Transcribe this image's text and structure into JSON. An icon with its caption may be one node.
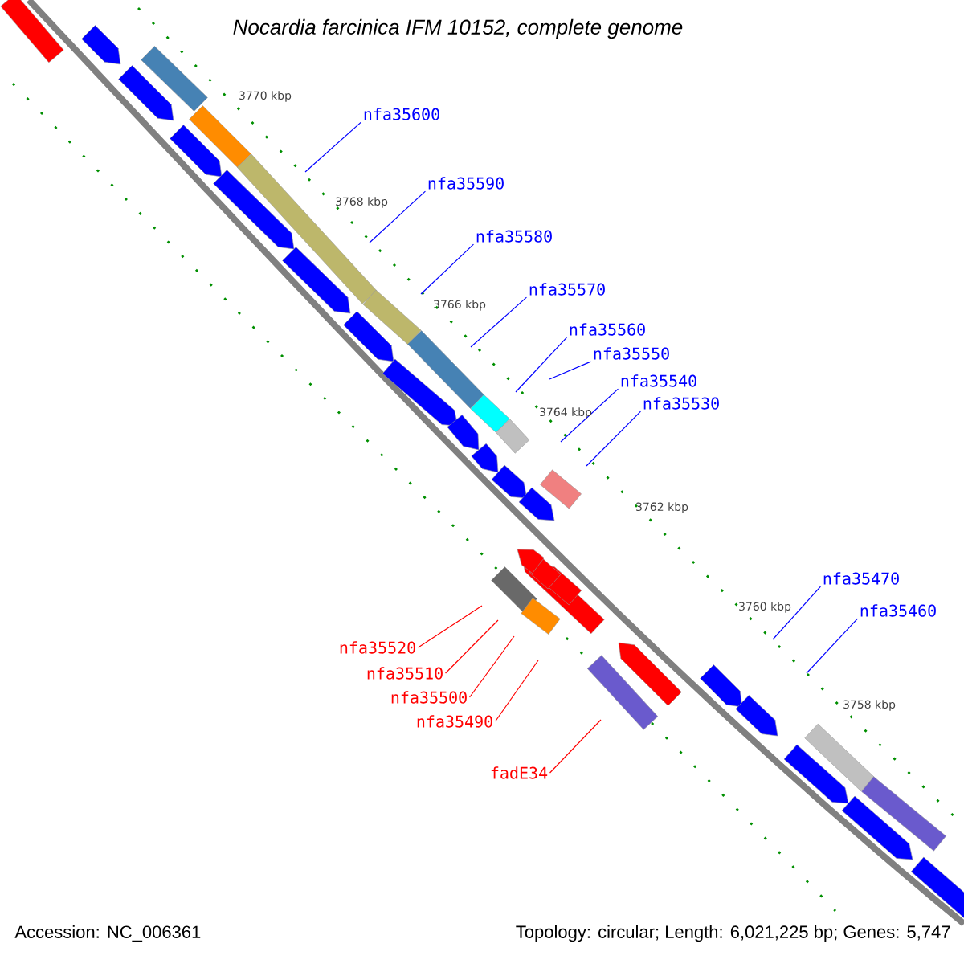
{
  "diagram": {
    "title": "*Nocardia farcinica IFM 10152, complete genome*",
    "nodes": [
      {
        "text": [
          "nfa35600"
        ]
      },
      {
        "text": [
          "nfa35590"
        ]
      },
      {
        "text": [
          "nfa35580"
        ]
      },
      {
        "text": [
          "nfa35570"
        ]
      },
      {
        "text": [
          "nfa35560"
        ]
      },
      {
        "text": [
          "nfa35550"
        ]
      },
      {
        "text": [
          "nfa35540"
        ]
      },
      {
        "text": [
          "nfa35530"
        ]
      },
      {
        "text": [
          "nfa35470"
        ]
      },
      {
        "text": [
          "nfa35460"
        ]
      },
      {
        "text": [
          "nfa35520"
        ]
      },
      {
        "text": [
          "nfa35510"
        ]
      },
      {
        "text": [
          "nfa35500"
        ]
      },
      {
        "text": [
          "nfa35490"
        ]
      },
      {
        "text": [
          "fadE34"
        ]
      }
    ],
    "edges": [
      {
        "from": 0,
        "to": null,
        "arrow": "none"
      },
      {
        "from": 1,
        "to": null,
        "arrow": "none"
      },
      {
        "from": 2,
        "to": null,
        "arrow": "none"
      },
      {
        "from": 3,
        "to": null,
        "arrow": "none"
      },
      {
        "from": 4,
        "to": null,
        "arrow": "none"
      },
      {
        "from": 5,
        "to": null,
        "arrow": "none"
      },
      {
        "from": 6,
        "to": null,
        "arrow": "none"
      },
      {
        "from": 7,
        "to": null,
        "arrow": "none"
      },
      {
        "from": 8,
        "to": null,
        "arrow": "none"
      },
      {
        "from": 9,
        "to": null,
        "arrow": "none"
      },
      {
        "from": 10,
        "to": null,
        "arrow": "none",
        "color": "#ff0000"
      },
      {
        "from": 11,
        "to": null,
        "arrow": "none",
        "color": "#ff0000"
      },
      {
        "from": 12,
        "to": null,
        "arrow": "none",
        "color": "#ff0000"
      },
      {
        "from": 13,
        "to": null,
        "arrow": "none",
        "color": "#ff0000"
      },
      {
        "from": 14,
        "to": null,
        "arrow": "none",
        "color": "#ff0000"
      }
    ],
    "labels": [
      "3770 kbp",
      "3768 kbp",
      "3766 kbp",
      "3764 kbp",
      "3762 kbp",
      "3760 kbp",
      "3758 kbp",
      "Accession: NC_006361",
      "Topology: circular; Length: 6,021,225 bp; Genes: 5,747"
    ]
  }
}
